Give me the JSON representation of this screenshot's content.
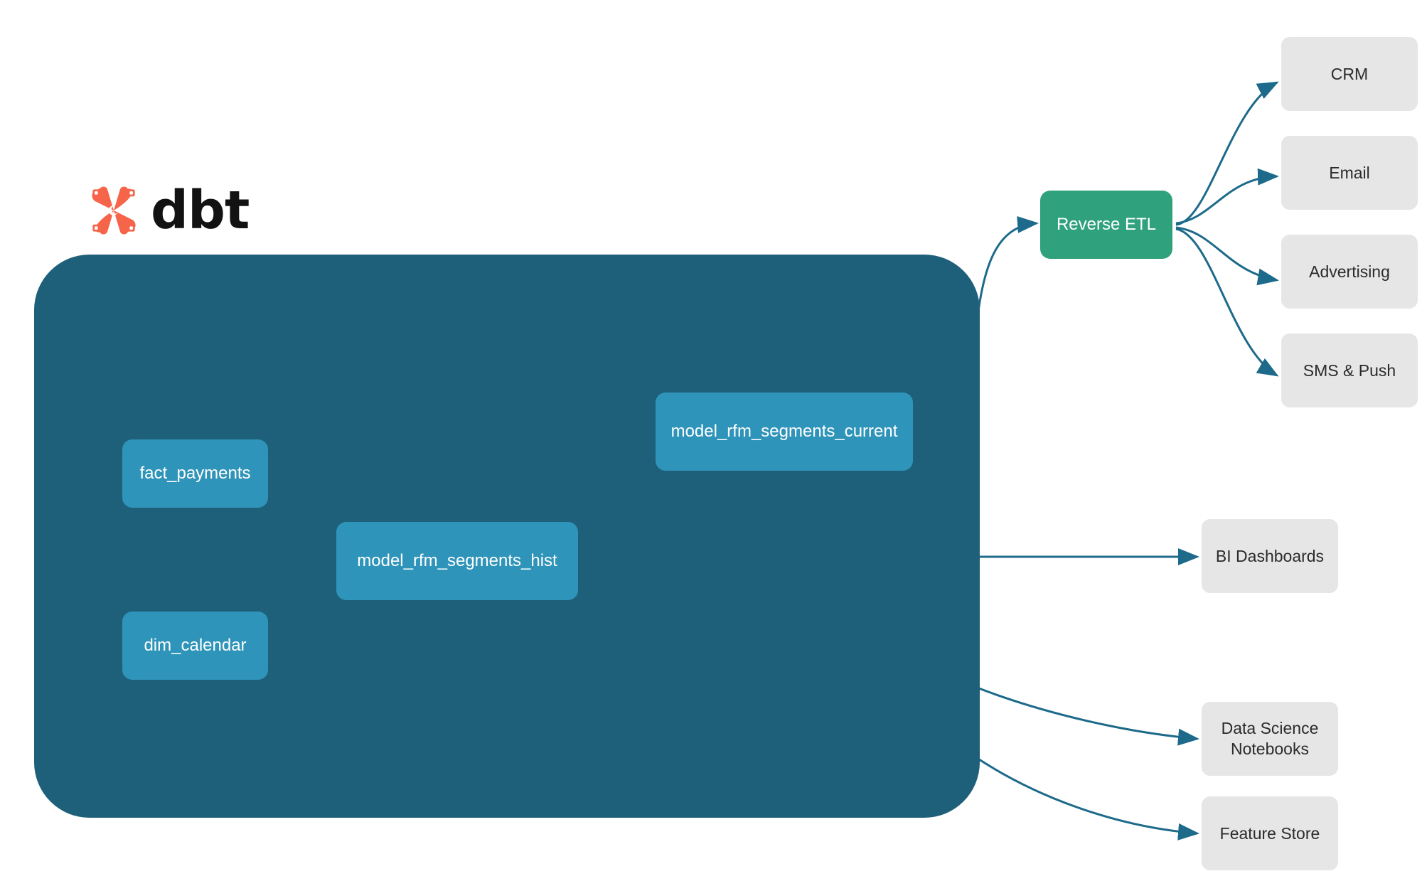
{
  "brand": {
    "logo_text": "dbt",
    "logo_icon": "dbt-x-mark-icon",
    "logo_color": "#f6654a"
  },
  "colors": {
    "warehouse_fill": "#1e6079",
    "model_fill": "#2f94b9",
    "reverse_etl_fill": "#2fa17c",
    "destination_fill": "#e6e6e6",
    "edge_outer": "#1d6a8a",
    "edge_inner": "#3ba4c4",
    "text_light": "#ffffff",
    "text_dark": "#2b2b2b"
  },
  "warehouse": {
    "name": "dbt-warehouse-container",
    "models": [
      {
        "id": "fact_payments",
        "label": "fact_payments"
      },
      {
        "id": "dim_calendar",
        "label": "dim_calendar"
      },
      {
        "id": "model_rfm_segments_hist",
        "label": "model_rfm_segments_hist"
      },
      {
        "id": "model_rfm_segments_current",
        "label": "model_rfm_segments_current"
      }
    ]
  },
  "activation": {
    "reverse_etl": {
      "id": "reverse_etl",
      "label": "Reverse ETL"
    },
    "destinations": [
      {
        "id": "crm",
        "label": "CRM"
      },
      {
        "id": "email",
        "label": "Email"
      },
      {
        "id": "advertising",
        "label": "Advertising"
      },
      {
        "id": "sms_push",
        "label": "SMS & Push"
      }
    ]
  },
  "analytics": {
    "destinations": [
      {
        "id": "bi_dashboards",
        "label": "BI Dashboards"
      },
      {
        "id": "data_science_notebooks",
        "label": "Data Science\nNotebooks"
      },
      {
        "id": "feature_store",
        "label": "Feature Store"
      }
    ]
  },
  "chart_data": {
    "type": "diagram",
    "title": "",
    "nodes": [
      {
        "id": "fact_payments",
        "label": "fact_payments",
        "group": "warehouse",
        "fill": "#2f94b9"
      },
      {
        "id": "dim_calendar",
        "label": "dim_calendar",
        "group": "warehouse",
        "fill": "#2f94b9"
      },
      {
        "id": "model_rfm_segments_hist",
        "label": "model_rfm_segments_hist",
        "group": "warehouse",
        "fill": "#2f94b9"
      },
      {
        "id": "model_rfm_segments_current",
        "label": "model_rfm_segments_current",
        "group": "warehouse",
        "fill": "#2f94b9"
      },
      {
        "id": "reverse_etl",
        "label": "Reverse ETL",
        "group": "activation",
        "fill": "#2fa17c"
      },
      {
        "id": "crm",
        "label": "CRM",
        "group": "destination",
        "fill": "#e6e6e6"
      },
      {
        "id": "email",
        "label": "Email",
        "group": "destination",
        "fill": "#e6e6e6"
      },
      {
        "id": "advertising",
        "label": "Advertising",
        "group": "destination",
        "fill": "#e6e6e6"
      },
      {
        "id": "sms_push",
        "label": "SMS & Push",
        "group": "destination",
        "fill": "#e6e6e6"
      },
      {
        "id": "bi_dashboards",
        "label": "BI Dashboards",
        "group": "destination",
        "fill": "#e6e6e6"
      },
      {
        "id": "data_science_notebooks",
        "label": "Data Science Notebooks",
        "group": "destination",
        "fill": "#e6e6e6"
      },
      {
        "id": "feature_store",
        "label": "Feature Store",
        "group": "destination",
        "fill": "#e6e6e6"
      }
    ],
    "edges": [
      {
        "from": "fact_payments",
        "to": "model_rfm_segments_hist"
      },
      {
        "from": "dim_calendar",
        "to": "model_rfm_segments_hist"
      },
      {
        "from": "model_rfm_segments_hist",
        "to": "model_rfm_segments_current"
      },
      {
        "from": "model_rfm_segments_current",
        "to": "reverse_etl"
      },
      {
        "from": "reverse_etl",
        "to": "crm"
      },
      {
        "from": "reverse_etl",
        "to": "email"
      },
      {
        "from": "reverse_etl",
        "to": "advertising"
      },
      {
        "from": "reverse_etl",
        "to": "sms_push"
      },
      {
        "from": "model_rfm_segments_hist",
        "to": "bi_dashboards"
      },
      {
        "from": "model_rfm_segments_hist",
        "to": "data_science_notebooks"
      },
      {
        "from": "model_rfm_segments_hist",
        "to": "feature_store"
      }
    ]
  }
}
